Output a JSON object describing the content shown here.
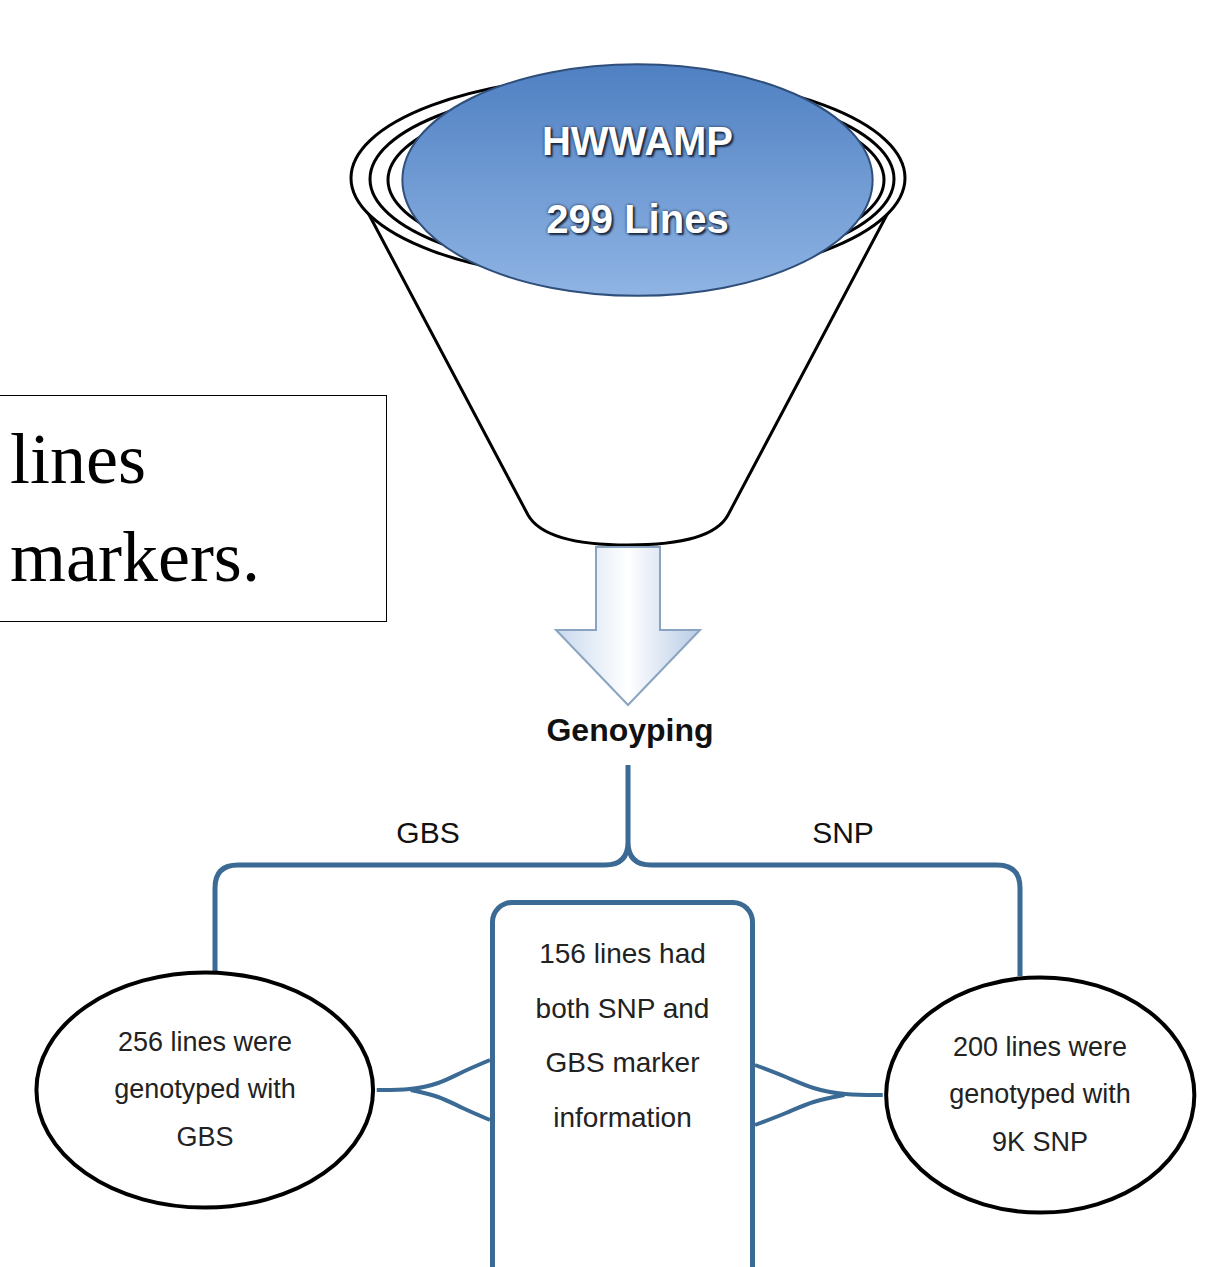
{
  "diagram": {
    "nodes": [
      {
        "text": [
          "HWWAMP",
          "299 Lines"
        ]
      },
      {
        "text": [
          "lines markers."
        ]
      },
      {
        "text": [
          "256 lines were genotyped with GBS"
        ]
      },
      {
        "text": [
          "156 lines had both SNP and GBS marker information"
        ]
      },
      {
        "text": [
          "200 lines were genotyped with 9K SNP"
        ]
      }
    ],
    "edges": [
      {
        "from": 2,
        "to": 3,
        "arrow": "none"
      },
      {
        "from": 4,
        "to": 3,
        "arrow": "none"
      }
    ],
    "labels": [
      "Genoyping",
      "GBS",
      "SNP"
    ]
  }
}
